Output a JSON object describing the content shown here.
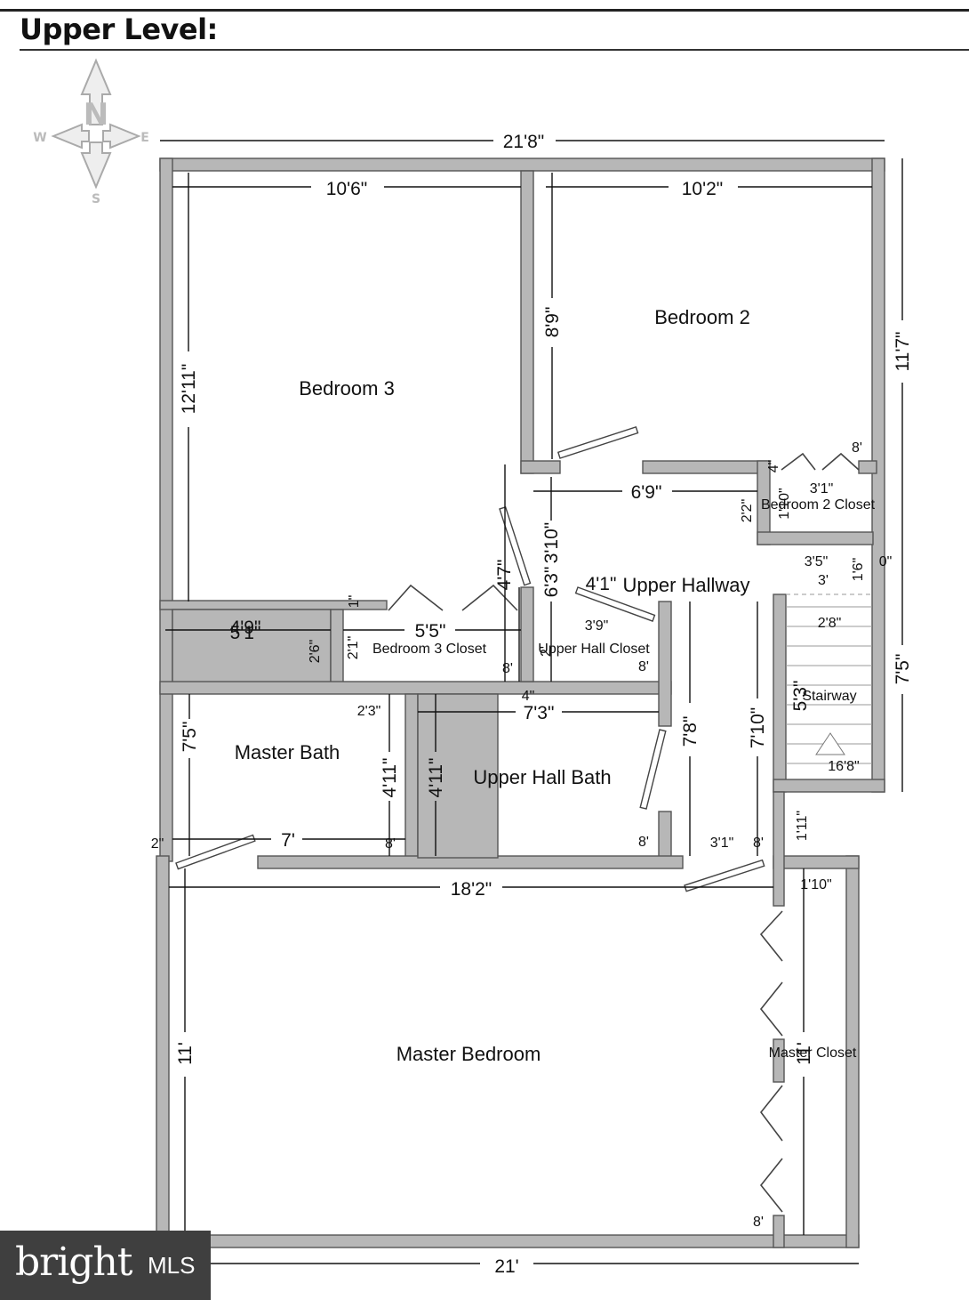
{
  "title": "Upper Level:",
  "compass": {
    "n": "N",
    "s": "S",
    "e": "E",
    "w": "W"
  },
  "rooms": {
    "bedroom3": "Bedroom 3",
    "bedroom2": "Bedroom 2",
    "bedroom2_closet": "Bedroom 2 Closet",
    "upper_hallway": "Upper Hallway",
    "bedroom3_closet": "Bedroom 3 Closet",
    "upper_hall_closet": "Upper Hall Closet",
    "stairway": "Stairway",
    "master_bath": "Master Bath",
    "upper_hall_bath": "Upper Hall Bath",
    "master_bedroom": "Master Bedroom",
    "master_closet": "Master Closet"
  },
  "dimensions": {
    "overall_width": "21'8\"",
    "bedroom3_width": "10'6\"",
    "bedroom2_width": "10'2\"",
    "bedroom3_height": "12'11\"",
    "bedroom2_height": "8'9\"",
    "right_upper": "11'7\"",
    "right_lower": "7'5\"",
    "hall_width": "6'9\"",
    "closet2_width": "3'1\"",
    "closet2_h1": "2'2\"",
    "closet2_h2": "1'10\"",
    "closet2_top": "4\"",
    "ceiling_closet2": "8'",
    "hall_vert": "3'10\"",
    "hall_vert2": "6'3\"",
    "hall_small": "4'1\"",
    "dim_3_5": "3'5\"",
    "dim_3": "3'",
    "dim_1_6": "1'6\"",
    "dim_0": "0\"",
    "closet3_small": "1\"",
    "closet3_left1": "4'9\"",
    "closet3_left2": "5'1\"",
    "closet3_h": "2'6\"",
    "closet3_width": "5'5\"",
    "closet3_h2": "2'1\"",
    "closet3_v": "4'7\"",
    "ceiling_closet3": "8'",
    "hallcloset_width": "3'9\"",
    "hallcloset_h": "2'",
    "ceiling_hallcloset": "8'",
    "stair_w": "2'8\"",
    "stair_run": "5'3\"",
    "stair_total": "16'8\"",
    "bath_gap": "2'3\"",
    "bath_four": "4\"",
    "hallbath_w": "7'3\"",
    "hallbath_h": "4'11\"",
    "masterbath_h": "4'11\"",
    "masterbath_v": "7'5\"",
    "masterbath_w": "7'",
    "masterbath_2": "2\"",
    "ceiling_masterbath": "8'",
    "ceiling_hallbath": "8'",
    "hall_v1": "7'8\"",
    "hall_v2": "7'10\"",
    "hall_3_1": "3'1\"",
    "ceiling_hall": "8'",
    "hall_1_11": "1'11\"",
    "master_width": "18'2\"",
    "master_h": "11'",
    "closet_w": "1'10\"",
    "closet_h": "11'",
    "ceiling_master": "8'",
    "bottom_width": "21'"
  },
  "brand": {
    "name": "bright",
    "suffix": "MLS"
  }
}
